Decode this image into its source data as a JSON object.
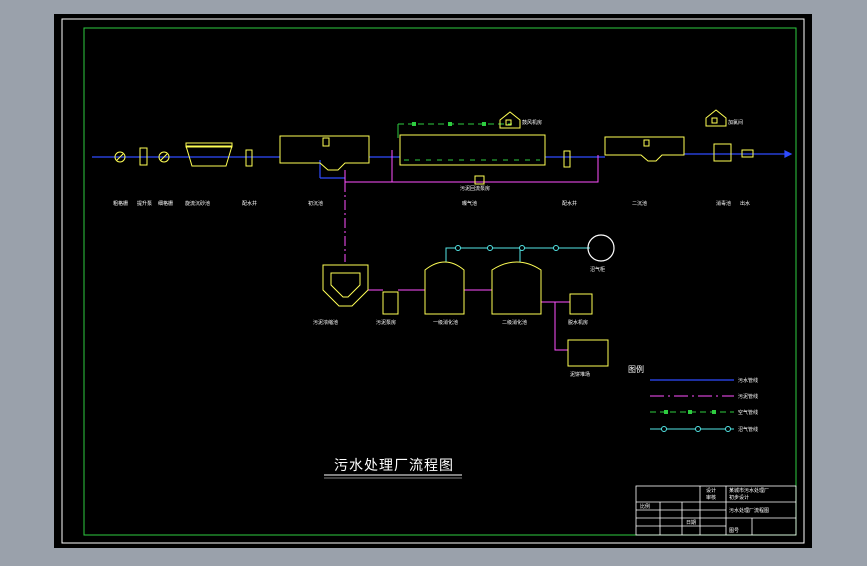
{
  "title": "污水处理厂流程图",
  "legend": {
    "heading": "图例",
    "items": [
      {
        "label": "污水管线",
        "color": "#2f4bff",
        "style": "solid"
      },
      {
        "label": "污泥管线",
        "color": "#ff4fff",
        "style": "dashdot"
      },
      {
        "label": "空气管线",
        "color": "#2ecc40",
        "style": "dashed-square"
      },
      {
        "label": "沼气管线",
        "color": "#53e6e6",
        "style": "circle"
      }
    ]
  },
  "process_labels": {
    "coarse_screen": "粗格栅",
    "lift_pump": "提升泵",
    "fine_screen": "细格栅",
    "grit_chamber": "旋流沉砂池",
    "dist_well_1": "配水井",
    "primary_clarifier": "初沉池",
    "aeration_tank": "曝气池",
    "sludge_return": "污泥回流泵房",
    "blower_room": "鼓风机房",
    "dist_well_2": "配水井",
    "secondary_clarifier": "二沉池",
    "disinfection": "消毒池",
    "chlorination_room": "加氯间",
    "outfall": "出水",
    "thickener": "污泥浓缩池",
    "sludge_pump": "污泥泵房",
    "digester_1": "一级消化池",
    "digester_2": "二级消化池",
    "gas_holder": "沼气柜",
    "dewatering": "脱水机房",
    "sludge_shed": "泥饼堆场"
  },
  "title_block": {
    "rows": [
      [
        "设计",
        "某城市污水处理厂",
        "初步设计"
      ],
      [
        "审核",
        "污水处理厂流程图",
        ""
      ],
      [
        "比例",
        "日期",
        "图号"
      ]
    ]
  },
  "colors": {
    "background": "#000000",
    "frame": "#ffffff",
    "inner_frame": "#2ecc40",
    "structure": "#ffff55",
    "sewage": "#2f4bff",
    "sludge": "#ff4fff",
    "air": "#2ecc40",
    "biogas": "#53e6e6",
    "text": "#ffffff"
  }
}
